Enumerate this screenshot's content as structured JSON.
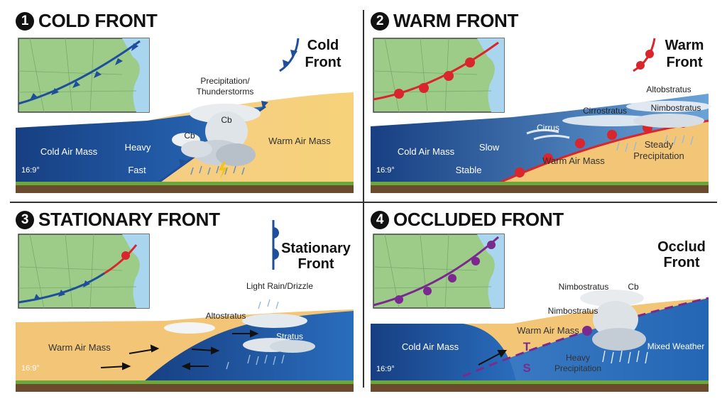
{
  "panels": [
    {
      "number": "1",
      "title": "COLD FRONT",
      "legend": [
        "Cold",
        "Front"
      ],
      "labels": {
        "precip": [
          "Precipitation/",
          "Thunderstorms"
        ],
        "cb_top": "Cb",
        "cb_small": "Cb",
        "cold_air": "Cold Air Mass",
        "heavy": "Heavy",
        "fast": "Fast",
        "warm_air": "Warm Air Mass",
        "ratio": "16:9°"
      }
    },
    {
      "number": "2",
      "title": "WARM FRONT",
      "legend": [
        "Warm",
        "Front"
      ],
      "labels": {
        "altostratus": "Altobstratus",
        "cirrostratus": "Cirrostratus",
        "nimbostratus": "Nimbostratus",
        "cirrus": "Cirrus",
        "cold_air": "Cold Air Mass",
        "slow": "Slow",
        "stable": "Stable",
        "warm_air": "Warm Air Mass",
        "steady": [
          "Steady",
          "Precipitation"
        ],
        "ratio": "16:9°"
      }
    },
    {
      "number": "3",
      "title": "STATIONARY FRONT",
      "legend": [
        "Stationary",
        "Front"
      ],
      "labels": {
        "light_rain": "Light Rain/Drizzle",
        "altostratus": "Altostratus",
        "stratus": "Stratus",
        "warm_air": "Warm Air Mass",
        "ratio": "16:9°"
      }
    },
    {
      "number": "4",
      "title": "OCCLUDED FRONT",
      "legend": [
        "Occlud",
        "Front"
      ],
      "labels": {
        "nimbostratus_top": "Nimbostratus",
        "cb": "Cb",
        "nimbostratus_mid": "Nimbostratus",
        "warm_air": "Warm Air Mass",
        "cold_air": "Cold Air Mass",
        "t": "T",
        "s": "S",
        "heavy": [
          "Heavy",
          "Precipitation"
        ],
        "mixed": "Mixed Weather",
        "ratio": "16:9°"
      }
    }
  ],
  "colors": {
    "cold_blue": "#1f4f9a",
    "warm_red": "#d9252b",
    "occluded_purple": "#7a2a8f",
    "warm_air": "#f3c677",
    "ground": "#6b4a2e",
    "grass": "#6aa83a",
    "map_land": "#9ccc88",
    "map_water": "#a9d5ee"
  }
}
